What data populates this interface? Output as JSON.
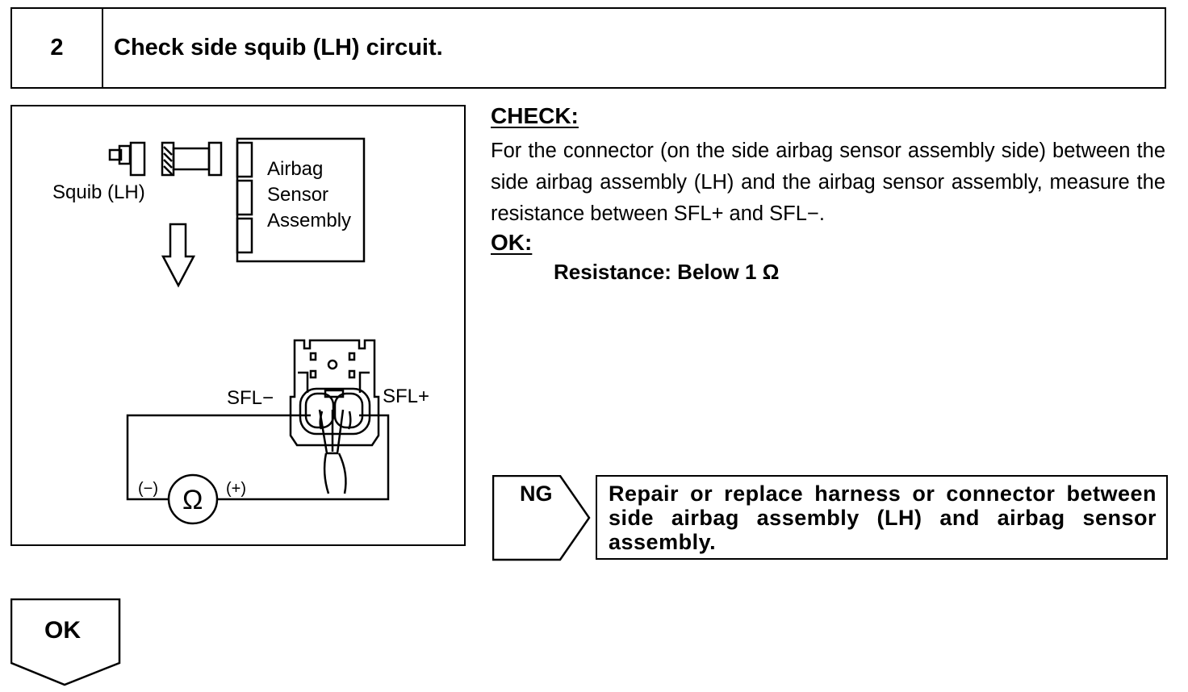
{
  "header": {
    "step_number": "2",
    "title": "Check side squib (LH) circuit."
  },
  "diagram": {
    "squib_label": "Squib (LH)",
    "sensor_label_line1": "Airbag",
    "sensor_label_line2": "Sensor",
    "sensor_label_line3": "Assembly",
    "sfl_minus": "SFL−",
    "sfl_plus": "SFL+",
    "meter_minus": "(−)",
    "meter_plus": "(+)",
    "ohm_symbol": "Ω"
  },
  "check": {
    "heading": "CHECK:",
    "text": "For the connector (on the side airbag sensor assembly side) between the side airbag assembly (LH) and the airbag sensor assembly, measure the resistance between SFL+ and SFL−."
  },
  "ok_spec": {
    "heading": "OK:",
    "resistance": "Resistance: Below 1 Ω"
  },
  "ng": {
    "label": "NG",
    "action": "Repair or replace harness or connector between side airbag assembly (LH) and airbag sensor assembly."
  },
  "ok_flow": {
    "label": "OK"
  }
}
